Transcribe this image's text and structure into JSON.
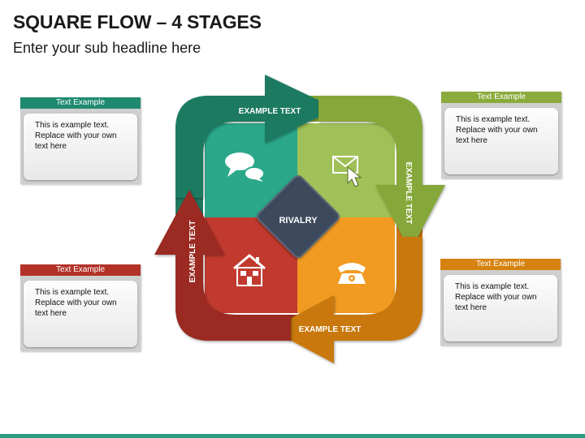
{
  "title": "SQUARE FLOW – 4 STAGES",
  "subtitle": "Enter your sub headline here",
  "center_label": "RIVALRY",
  "arrows": {
    "top": "EXAMPLE TEXT",
    "right": "EXAMPLE TEXT",
    "bottom": "EXAMPLE TEXT",
    "left": "EXAMPLE TEXT"
  },
  "cards": [
    {
      "header": "Text Example",
      "text": "This is example text.\nReplace with your own\ntext here",
      "color": "#1f8a70"
    },
    {
      "header": "Text Example",
      "text": "This is example text.\nReplace with your own\ntext here",
      "color": "#8aab3c"
    },
    {
      "header": "Text Example",
      "text": "This is example text.\nReplace with your own\ntext here",
      "color": "#b33228"
    },
    {
      "header": "Text Example",
      "text": "This is example text.\nReplace with your own\ntext here",
      "color": "#d6820f"
    }
  ],
  "colors": {
    "green_dark": "#1f7a61",
    "green_light": "#2ba78a",
    "lime_dark": "#86a83b",
    "lime_light": "#9fc157",
    "red_dark": "#9a2a22",
    "red_light": "#c23a2e",
    "orange_dark": "#c97810",
    "orange_light": "#f19b22",
    "center": "#3c4a5c"
  },
  "icons": [
    "chat-bubbles-icon",
    "envelope-cursor-icon",
    "house-icon",
    "telephone-icon"
  ]
}
